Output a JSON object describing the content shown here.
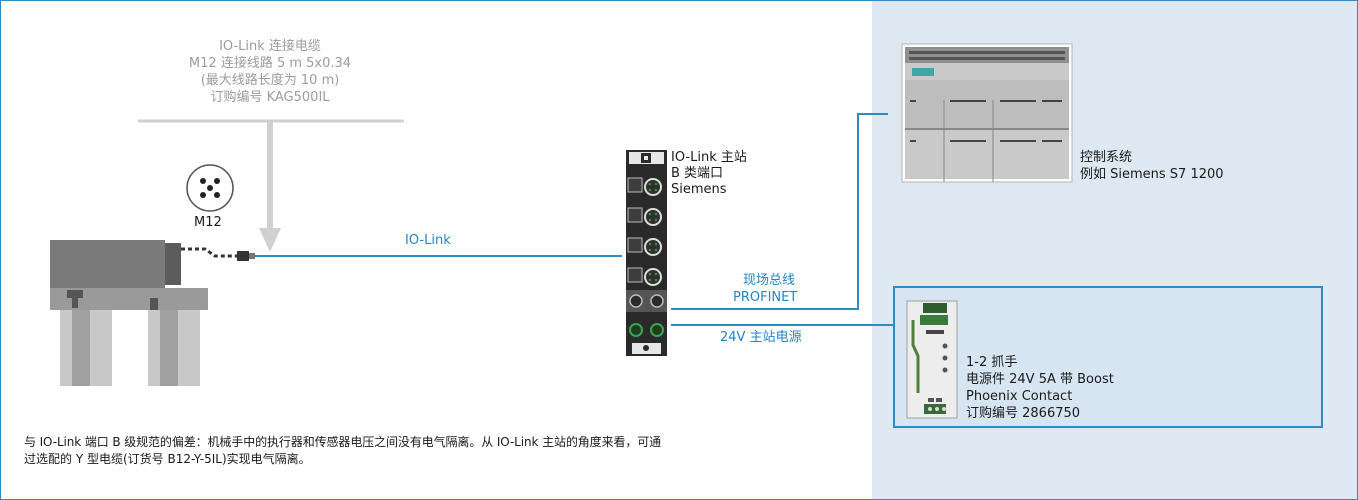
{
  "cable": {
    "line1": "IO-Link 连接电缆",
    "line2": "M12 连接线路 5 m 5x0.34",
    "line3": "(最大线路长度为 10 m)",
    "line4": "订购编号 KAG500IL"
  },
  "connector": {
    "label": "M12"
  },
  "link": {
    "io_link_label": "IO-Link"
  },
  "master": {
    "line1": "IO-Link 主站",
    "line2": "B 类端口",
    "line3": "Siemens"
  },
  "fieldbus": {
    "line1": "现场总线",
    "line2": "PROFINET"
  },
  "power_line": {
    "label": "24V 主站电源"
  },
  "control": {
    "line1": "控制系统",
    "line2": "例如 Siemens S7 1200"
  },
  "psu": {
    "line1": "1-2 抓手",
    "line2": "电源件 24V 5A 带 Boost",
    "line3": "Phoenix Contact",
    "line4": "订购编号 2866750"
  },
  "note": {
    "line1": "与 IO-Link 端口 B 级规范的偏差：机械手中的执行器和传感器电压之间没有电气隔离。从 IO-Link 主站的角度来看，可通",
    "line2": "过选配的 Y 型电缆(订货号 B12-Y-5IL)实现电气隔离。"
  },
  "colors": {
    "accent": "#2d8cc4",
    "panel": "#dde8f3",
    "callout": "#9c9c9c"
  }
}
